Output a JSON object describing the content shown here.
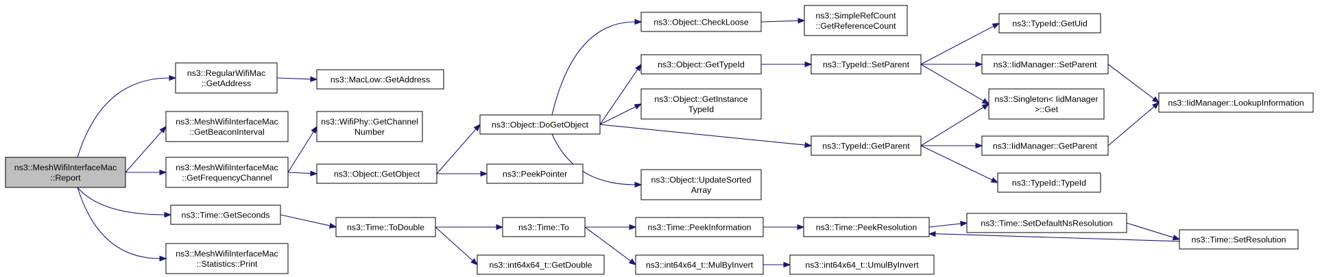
{
  "graph": {
    "nodes": [
      {
        "id": "report",
        "lines": [
          "ns3::MeshWifiInterfaceMac",
          "::Report"
        ],
        "root": true
      },
      {
        "id": "rw_getaddr",
        "lines": [
          "ns3::RegularWifiMac",
          "::GetAddress"
        ]
      },
      {
        "id": "maclow_getaddr",
        "lines": [
          "ns3::MacLow::GetAddress"
        ]
      },
      {
        "id": "beacon",
        "lines": [
          "ns3::MeshWifiInterfaceMac",
          "::GetBeaconInterval"
        ]
      },
      {
        "id": "freqchan",
        "lines": [
          "ns3::MeshWifiInterfaceMac",
          "::GetFrequencyChannel"
        ]
      },
      {
        "id": "phy_chan",
        "lines": [
          "ns3::WifiPhy::GetChannel",
          "Number"
        ]
      },
      {
        "id": "getobject",
        "lines": [
          "ns3::Object::GetObject"
        ]
      },
      {
        "id": "peekpointer",
        "lines": [
          "ns3::PeekPointer"
        ]
      },
      {
        "id": "dogetobject",
        "lines": [
          "ns3::Object::DoGetObject"
        ]
      },
      {
        "id": "checkloose",
        "lines": [
          "ns3::Object::CheckLoose"
        ]
      },
      {
        "id": "simpleref",
        "lines": [
          "ns3::SimpleRefCount",
          "::GetReferenceCount"
        ]
      },
      {
        "id": "obj_gettypeid",
        "lines": [
          "ns3::Object::GetTypeId"
        ]
      },
      {
        "id": "instancetypeid",
        "lines": [
          "ns3::Object::GetInstance",
          "TypeId"
        ]
      },
      {
        "id": "updatesorted",
        "lines": [
          "ns3::Object::UpdateSorted",
          "Array"
        ]
      },
      {
        "id": "tid_setparent",
        "lines": [
          "ns3::TypeId::SetParent"
        ]
      },
      {
        "id": "tid_getparent",
        "lines": [
          "ns3::TypeId::GetParent"
        ]
      },
      {
        "id": "tid_getuid",
        "lines": [
          "ns3::TypeId::GetUid"
        ]
      },
      {
        "id": "iid_setparent",
        "lines": [
          "ns3::IidManager::SetParent"
        ]
      },
      {
        "id": "singleton_get",
        "lines": [
          "ns3::Singleton< IidManager",
          ">::Get"
        ]
      },
      {
        "id": "iid_getparent",
        "lines": [
          "ns3::IidManager::GetParent"
        ]
      },
      {
        "id": "tid_typeid",
        "lines": [
          "ns3::TypeId::TypeId"
        ]
      },
      {
        "id": "lookupinfo",
        "lines": [
          "ns3::IidManager::LookupInformation"
        ]
      },
      {
        "id": "getseconds",
        "lines": [
          "ns3::Time::GetSeconds"
        ]
      },
      {
        "id": "stats_print",
        "lines": [
          "ns3::MeshWifiInterfaceMac",
          "::Statistics::Print"
        ]
      },
      {
        "id": "todouble",
        "lines": [
          "ns3::Time::ToDouble"
        ]
      },
      {
        "id": "time_to",
        "lines": [
          "ns3::Time::To"
        ]
      },
      {
        "id": "getdouble",
        "lines": [
          "ns3::int64x64_t::GetDouble"
        ]
      },
      {
        "id": "peekinfo",
        "lines": [
          "ns3::Time::PeekInformation"
        ]
      },
      {
        "id": "mulbyinvert",
        "lines": [
          "ns3::int64x64_t::MulByInvert"
        ]
      },
      {
        "id": "umulbyinvert",
        "lines": [
          "ns3::int64x64_t::UmulByInvert"
        ]
      },
      {
        "id": "peekres",
        "lines": [
          "ns3::Time::PeekResolution"
        ]
      },
      {
        "id": "setdefaultns",
        "lines": [
          "ns3::Time::SetDefaultNsResolution"
        ]
      },
      {
        "id": "setres",
        "lines": [
          "ns3::Time::SetResolution"
        ]
      }
    ],
    "edges": [
      {
        "from": "report",
        "to": "rw_getaddr"
      },
      {
        "from": "report",
        "to": "beacon"
      },
      {
        "from": "report",
        "to": "freqchan"
      },
      {
        "from": "report",
        "to": "getseconds"
      },
      {
        "from": "report",
        "to": "stats_print"
      },
      {
        "from": "rw_getaddr",
        "to": "maclow_getaddr"
      },
      {
        "from": "freqchan",
        "to": "phy_chan"
      },
      {
        "from": "freqchan",
        "to": "getobject"
      },
      {
        "from": "getobject",
        "to": "dogetobject"
      },
      {
        "from": "getobject",
        "to": "peekpointer"
      },
      {
        "from": "dogetobject",
        "to": "checkloose"
      },
      {
        "from": "dogetobject",
        "to": "obj_gettypeid"
      },
      {
        "from": "dogetobject",
        "to": "instancetypeid"
      },
      {
        "from": "dogetobject",
        "to": "tid_getparent"
      },
      {
        "from": "dogetobject",
        "to": "updatesorted"
      },
      {
        "from": "checkloose",
        "to": "simpleref"
      },
      {
        "from": "obj_gettypeid",
        "to": "tid_setparent"
      },
      {
        "from": "tid_setparent",
        "to": "tid_getuid"
      },
      {
        "from": "tid_setparent",
        "to": "iid_setparent"
      },
      {
        "from": "tid_setparent",
        "to": "singleton_get"
      },
      {
        "from": "iid_setparent",
        "to": "lookupinfo"
      },
      {
        "from": "tid_getparent",
        "to": "singleton_get"
      },
      {
        "from": "tid_getparent",
        "to": "iid_getparent"
      },
      {
        "from": "tid_getparent",
        "to": "tid_typeid"
      },
      {
        "from": "iid_getparent",
        "to": "lookupinfo"
      },
      {
        "from": "getseconds",
        "to": "todouble"
      },
      {
        "from": "todouble",
        "to": "time_to"
      },
      {
        "from": "todouble",
        "to": "getdouble"
      },
      {
        "from": "time_to",
        "to": "peekinfo"
      },
      {
        "from": "time_to",
        "to": "mulbyinvert"
      },
      {
        "from": "peekinfo",
        "to": "peekres"
      },
      {
        "from": "mulbyinvert",
        "to": "umulbyinvert"
      },
      {
        "from": "peekres",
        "to": "setdefaultns"
      },
      {
        "from": "setdefaultns",
        "to": "setres"
      },
      {
        "from": "setres",
        "to": "peekres"
      }
    ]
  }
}
